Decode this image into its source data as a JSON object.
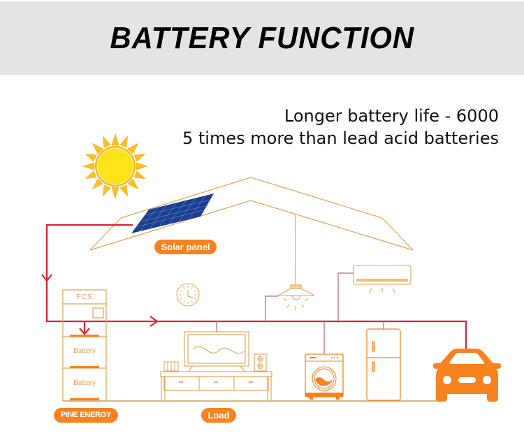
{
  "header": {
    "title": "BATTERY FUNCTION"
  },
  "tagline": {
    "line1": "Longer battery life - 6000",
    "line2": "5 times more than lead acid batteries"
  },
  "labels": {
    "solar_panel": "Solar panel",
    "brand": "PINE ENERGY",
    "load": "Load",
    "pcs": "PCS",
    "battery_top": "Battery",
    "battery_bottom": "Battery"
  },
  "icons": [
    "sun-icon",
    "solar-panel-icon",
    "roof-outline",
    "clock-icon",
    "pendant-lamp-icon",
    "air-conditioner-icon",
    "tv-icon",
    "speaker-icon",
    "tv-cabinet-icon",
    "washing-machine-icon",
    "refrigerator-icon",
    "car-icon",
    "battery-cabinet-icon"
  ],
  "colors": {
    "header_bg": "#e4e4e4",
    "accent_orange": "#f7821e",
    "line_outline": "#e0a050",
    "power_line_red": "#e02030",
    "branch_line": "#c06070",
    "solar_blue": "#1a3f8f",
    "sun_yellow": "#f7c51a"
  }
}
